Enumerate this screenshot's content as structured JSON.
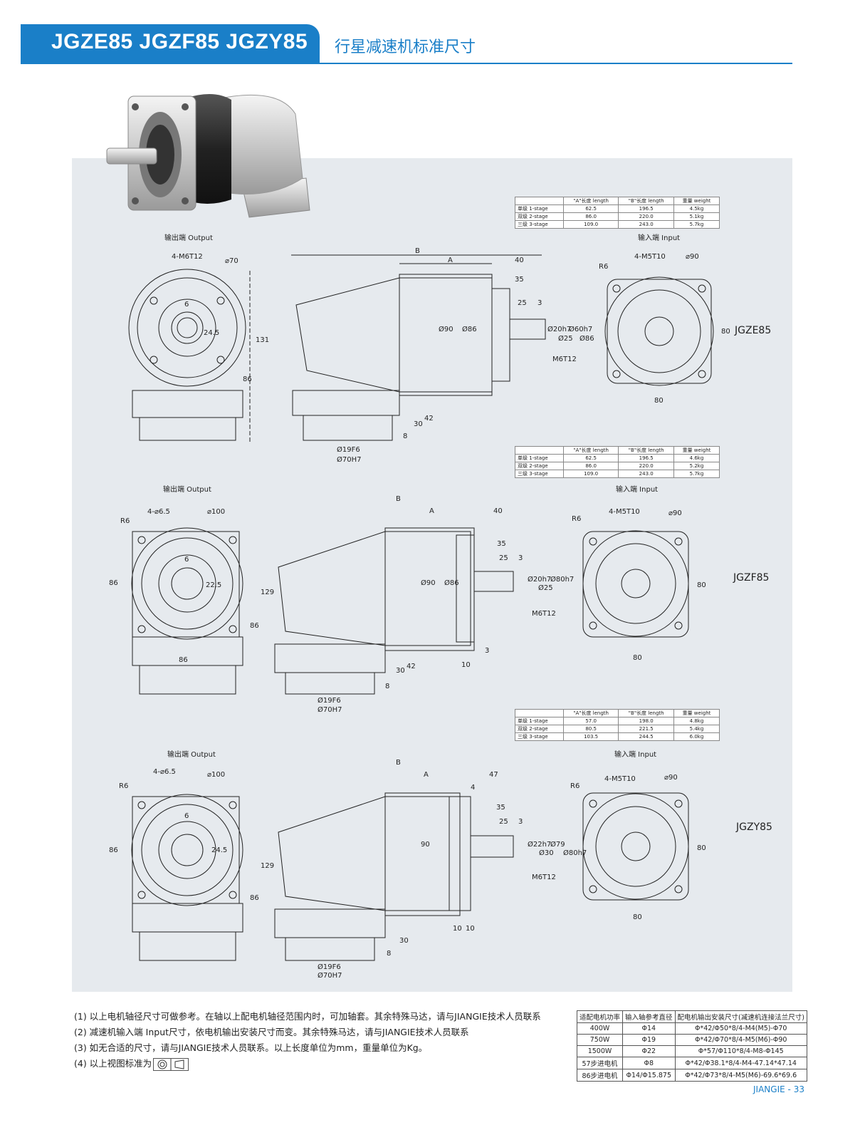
{
  "header": {
    "title": "JGZE85 JGZF85 JGZY85",
    "subtitle": "行星减速机标准尺寸"
  },
  "spec_tables": [
    {
      "headers": [
        "",
        "\"A\"长度 length",
        "\"B\"长度 length",
        "重量 weight"
      ],
      "rows": [
        [
          "单级 1-stage",
          "62.5",
          "196.5",
          "4.5kg"
        ],
        [
          "双级 2-stage",
          "86.0",
          "220.0",
          "5.1kg"
        ],
        [
          "三级 3-stage",
          "109.0",
          "243.0",
          "5.7kg"
        ]
      ]
    },
    {
      "headers": [
        "",
        "\"A\"长度 length",
        "\"B\"长度 length",
        "重量 weight"
      ],
      "rows": [
        [
          "单级 1-stage",
          "62.5",
          "196.5",
          "4.6kg"
        ],
        [
          "双级 2-stage",
          "86.0",
          "220.0",
          "5.2kg"
        ],
        [
          "三级 3-stage",
          "109.0",
          "243.0",
          "5.7kg"
        ]
      ]
    },
    {
      "headers": [
        "",
        "\"A\"长度 length",
        "\"B\"长度 length",
        "重量 weight"
      ],
      "rows": [
        [
          "单级 1-stage",
          "57.0",
          "198.0",
          "4.8kg"
        ],
        [
          "双级 2-stage",
          "80.5",
          "221.5",
          "5.4kg"
        ],
        [
          "三级 3-stage",
          "103.5",
          "244.5",
          "6.0kg"
        ]
      ]
    }
  ],
  "drawings": [
    {
      "model": "JGZE85",
      "output_label": "输出端 Output",
      "input_label": "输入端 Input",
      "out_holes": "4-M6T12",
      "out_dia": "⌀70",
      "key": "6",
      "keyh": "24.5",
      "height_total": "131",
      "height_low": "86",
      "B": "B",
      "A": "A",
      "d40": "40",
      "d35": "35",
      "d25": "25",
      "d3": "3",
      "d90": "Ø90",
      "d86": "Ø86",
      "shaft": "Ø20h7",
      "s25": "Ø25",
      "pilot": "Ø60h7",
      "p86": "Ø86",
      "tap": "M6T12",
      "d30": "30",
      "d42": "42",
      "d8": "8",
      "bore": "Ø19F6",
      "bore2": "Ø70H7",
      "in_holes": "4-M5T10",
      "in_dia": "⌀90",
      "r": "R6",
      "sq": "80",
      "sqh": "80"
    },
    {
      "model": "JGZF85",
      "output_label": "输出端 Output",
      "input_label": "输入端 Input",
      "out_holes": "4-⌀6.5",
      "out_dia": "⌀100",
      "key": "6",
      "keyh": "22.5",
      "height_total": "129",
      "height_low": "86",
      "B": "B",
      "A": "A",
      "d40": "40",
      "d35": "35",
      "d25": "25",
      "d3": "3",
      "d90": "Ø90",
      "d86": "Ø86",
      "shaft": "Ø20h7",
      "s25": "Ø25",
      "pilot": "Ø80h7",
      "p86": "",
      "tap": "M6T12",
      "d30": "30",
      "d42": "42",
      "d8": "8",
      "bore": "Ø19F6",
      "bore2": "Ø70H7",
      "in_holes": "4-M5T10",
      "in_dia": "⌀90",
      "r": "R6",
      "sq": "80",
      "sqh": "80",
      "flange": "86",
      "flangeb": "86",
      "d10": "10"
    },
    {
      "model": "JGZY85",
      "output_label": "输出端 Output",
      "input_label": "输入端 Input",
      "out_holes": "4-⌀6.5",
      "out_dia": "⌀100",
      "key": "6",
      "keyh": "24.5",
      "height_total": "129",
      "height_low": "86",
      "B": "B",
      "A": "A",
      "d40": "47",
      "d4": "4",
      "d35": "35",
      "d25": "25",
      "d3": "3",
      "d90": "90",
      "shaft": "Ø22h7",
      "s25": "Ø30",
      "pilot": "Ø79",
      "p86": "Ø80h7",
      "tap": "M6T12",
      "d30": "30",
      "d8": "8",
      "bore": "Ø19F6",
      "bore2": "Ø70H7",
      "in_holes": "4-M5T10",
      "in_dia": "⌀90",
      "r": "R6",
      "sq": "80",
      "sqh": "80",
      "flange": "86",
      "d10": "10",
      "d10b": "10"
    }
  ],
  "notes": [
    "(1) 以上电机轴径尺寸可做参考。在轴以上配电机轴径范围内时，可加轴套。其余特殊马达，请与JIANGIE技术人员联系",
    "(2) 减速机输入端 Input尺寸，依电机输出安装尺寸而变。其余特殊马达，请与JIANGIE技术人员联系",
    "(3) 如无合适的尺寸，请与JIANGIE技术人员联系。以上长度单位为mm，重量单位为Kg。",
    "(4) 以上视图标准为"
  ],
  "motor_table": {
    "headers": [
      "适配电机功率",
      "输入轴参考直径",
      "配电机输出安装尺寸(减速机连接法兰尺寸)"
    ],
    "rows": [
      [
        "400W",
        "Φ14",
        "Φ*42/Φ50*8/4-M4(M5)-Φ70"
      ],
      [
        "750W",
        "Φ19",
        "Φ*42/Φ70*8/4-M5(M6)-Φ90"
      ],
      [
        "1500W",
        "Φ22",
        "Φ*57/Φ110*8/4-M8-Φ145"
      ],
      [
        "57步进电机",
        "Φ8",
        "Φ*42/Φ38.1*8/4-M4-47.14*47.14"
      ],
      [
        "86步进电机",
        "Φ14/Φ15.875",
        "Φ*42/Φ73*8/4-M5(M6)-69.6*69.6"
      ]
    ]
  },
  "footer": {
    "brand": "JIANGIE",
    "sep": "-",
    "page": "33"
  }
}
